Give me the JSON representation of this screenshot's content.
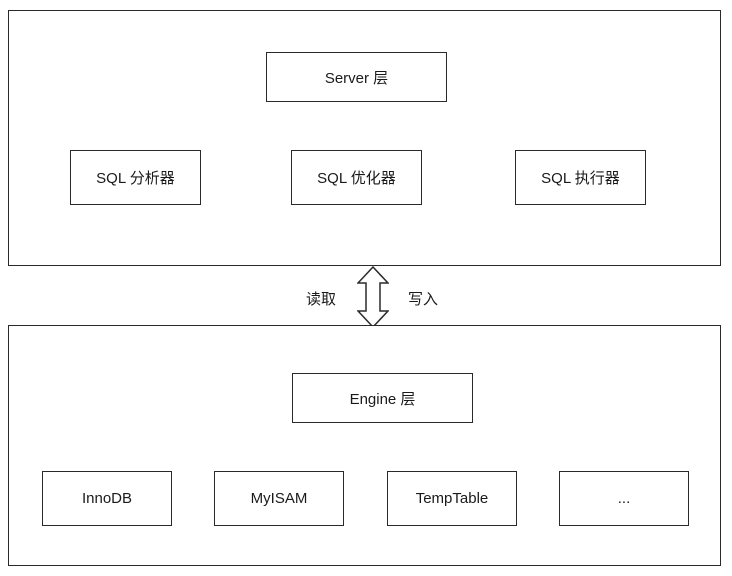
{
  "server_layer": {
    "title": "Server 层",
    "components": [
      "SQL 分析器",
      "SQL 优化器",
      "SQL 执行器"
    ]
  },
  "connector": {
    "read_label": "读取",
    "write_label": "写入"
  },
  "engine_layer": {
    "title": "Engine 层",
    "engines": [
      "InnoDB",
      "MyISAM",
      "TempTable",
      "..."
    ]
  }
}
